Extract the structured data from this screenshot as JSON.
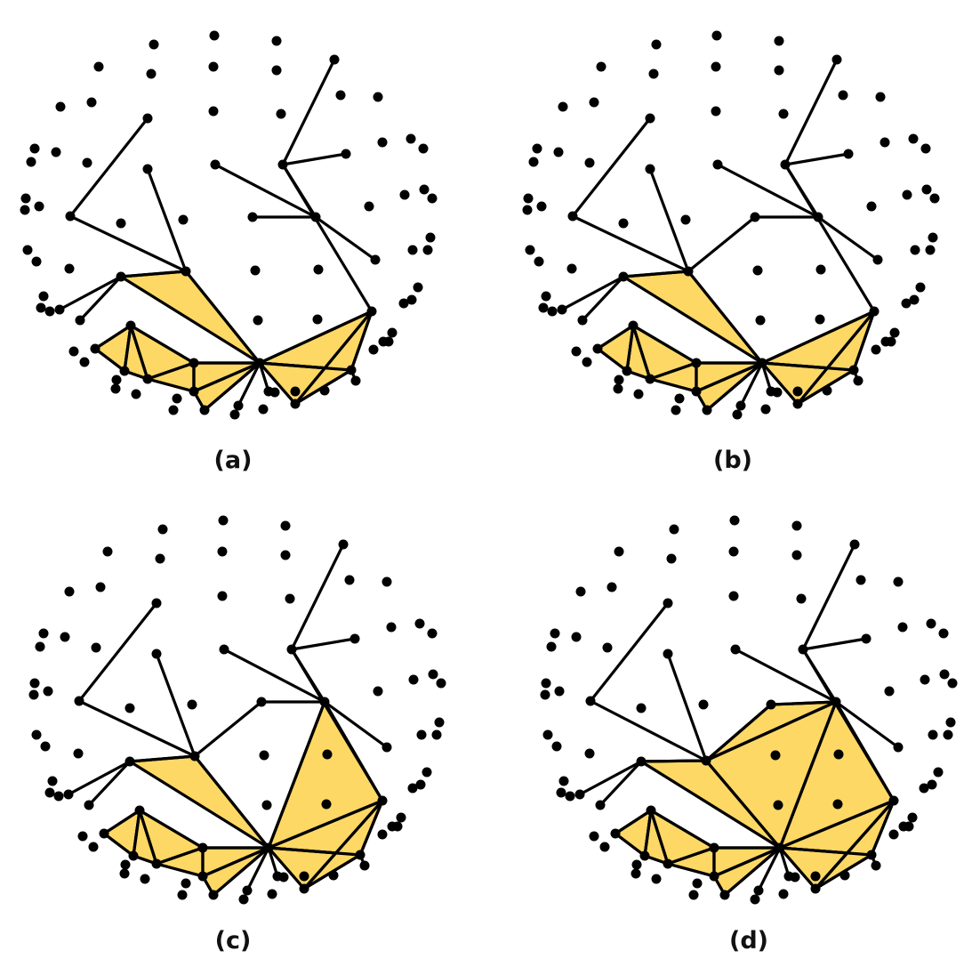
{
  "figure": {
    "fill_color": "#FDD865",
    "stroke_color": "#000000",
    "node_color": "#000000",
    "panels": [
      {
        "label": "(a)"
      },
      {
        "label": "(b)"
      },
      {
        "label": "(c)"
      },
      {
        "label": "(d)"
      }
    ]
  }
}
